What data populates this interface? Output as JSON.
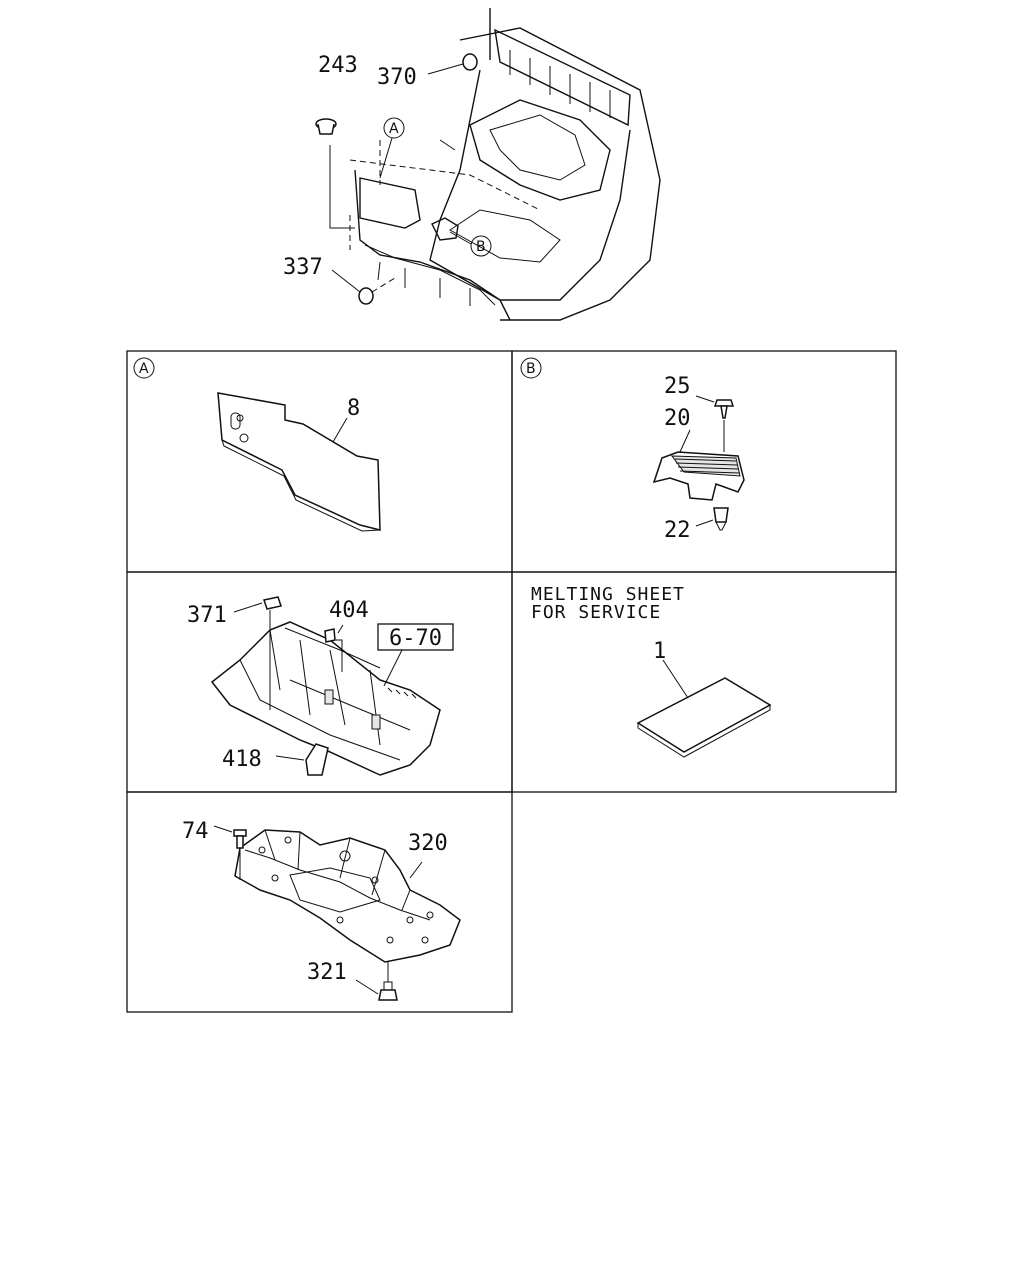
{
  "overview": {
    "callouts": [
      "243",
      "370",
      "337"
    ],
    "refs": [
      "A",
      "B"
    ]
  },
  "panels": {
    "a": {
      "ref": "A",
      "callouts": [
        "8"
      ]
    },
    "b": {
      "ref": "B",
      "callouts": [
        "25",
        "20",
        "22"
      ]
    },
    "c": {
      "callouts": [
        "371",
        "404",
        "418"
      ],
      "boxed_ref": "6-70"
    },
    "d": {
      "note_line1": "MELTING SHEET",
      "note_line2": "FOR SERVICE",
      "callouts": [
        "1"
      ]
    },
    "e": {
      "callouts": [
        "74",
        "320",
        "321"
      ]
    }
  }
}
